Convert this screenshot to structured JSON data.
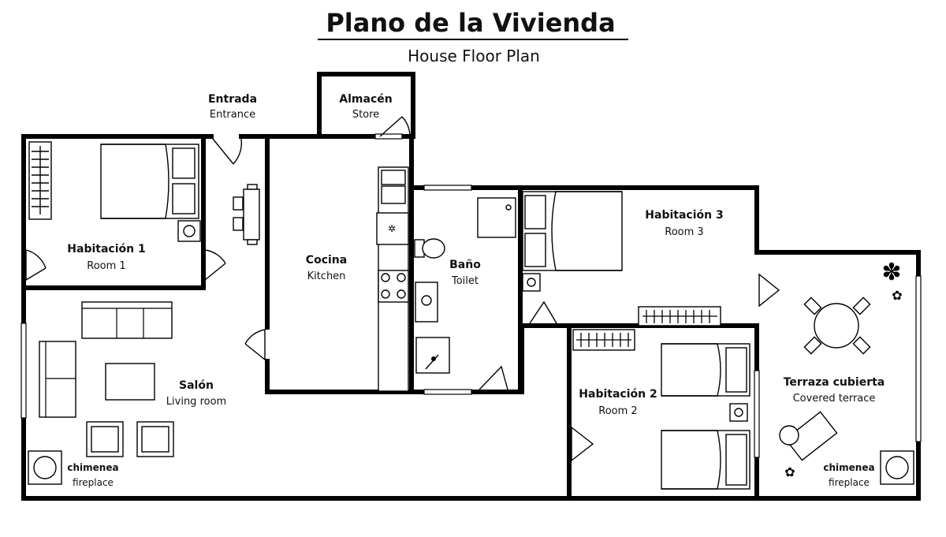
{
  "title": "Plano de la Vivienda",
  "subtitle": "House Floor Plan",
  "rooms": {
    "entrance": {
      "es": "Entrada",
      "en": "Entrance"
    },
    "store": {
      "es": "Almacén",
      "en": "Store"
    },
    "room1": {
      "es": "Habitación  1",
      "en": "Room  1"
    },
    "kitchen": {
      "es": "Cocina",
      "en": "Kitchen"
    },
    "toilet": {
      "es": "Baño",
      "en": "Toilet"
    },
    "room3": {
      "es": "Habitación 3",
      "en": "Room  3"
    },
    "living": {
      "es": "Salón",
      "en": "Living room"
    },
    "room2": {
      "es": "Habitación 2",
      "en": "Room  2"
    },
    "terrace": {
      "es": "Terraza cubierta",
      "en": "Covered terrace"
    },
    "fireplace_left": {
      "es": "chimenea",
      "en": "fireplace"
    },
    "fireplace_right": {
      "es": "chimenea",
      "en": "fireplace"
    }
  },
  "colors": {
    "wall": "#000000",
    "background": "#ffffff"
  }
}
